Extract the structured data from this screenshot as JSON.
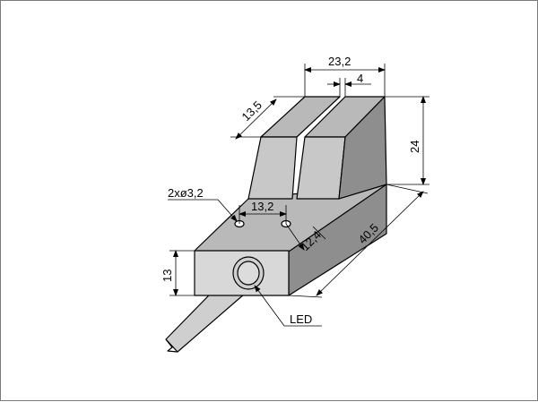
{
  "drawing": {
    "dimensions": {
      "width_top": "23,2",
      "slot_width": "4",
      "depth_top": "13,5",
      "height": "24",
      "hole_callout": "2xø3,2",
      "hole_spacing": "13,2",
      "hole_offset": "12,4",
      "length": "40,5",
      "base_height": "13"
    },
    "labels": {
      "led": "LED"
    },
    "colors": {
      "body_front": "#d8d8d8",
      "body_top": "#b9b9b9",
      "body_side": "#8e8e8e",
      "cable": "#cfcfcf"
    }
  }
}
